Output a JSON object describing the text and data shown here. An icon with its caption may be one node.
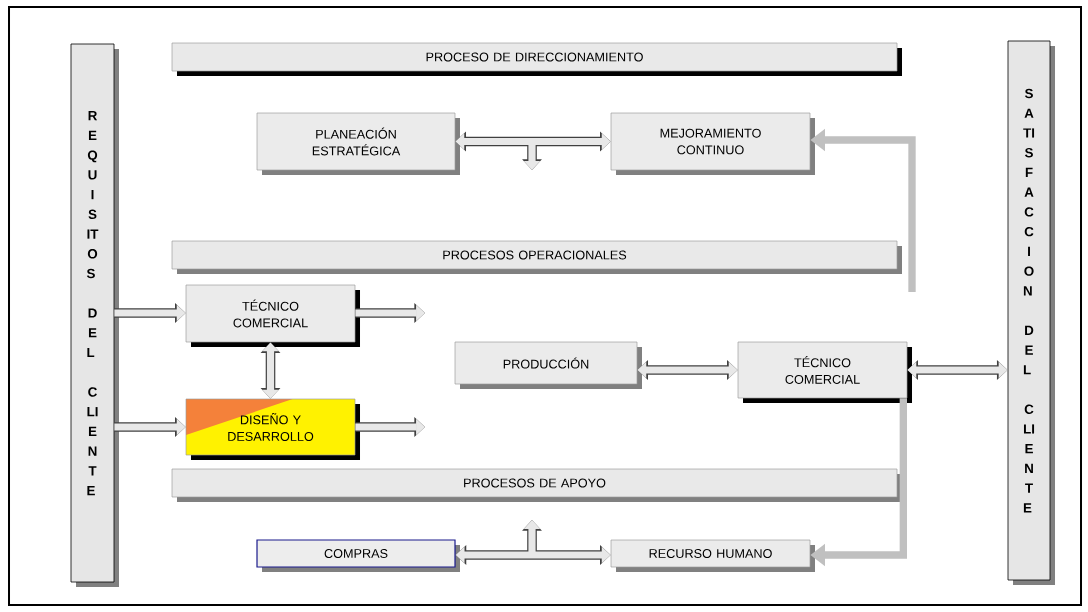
{
  "diagram": {
    "nodes": [
      {
        "text": [
          "REQUISITOS DEL CLIENTE"
        ]
      },
      {
        "text": [
          "PROCESO DE DIRECCIONAMIENTO"
        ]
      },
      {
        "text": [
          "PLANEACIÓN ESTRATÉGICA"
        ]
      },
      {
        "text": [
          "MEJORAMIENTO CONTINUO"
        ]
      },
      {
        "text": [
          "PROCESOS OPERACIONALES"
        ]
      },
      {
        "text": [
          "TÉCNICO COMERCIAL"
        ]
      },
      {
        "text": [
          "PRODUCCIÓN"
        ]
      },
      {
        "text": [
          "TÉCNICO COMERCIAL"
        ]
      },
      {
        "text": [
          "DISEÑO Y DESARROLLO"
        ]
      },
      {
        "text": [
          "PROCESOS DE APOYO"
        ]
      },
      {
        "text": [
          "COMPRAS"
        ]
      },
      {
        "text": [
          "RECURSO HUMANO"
        ]
      },
      {
        "text": [
          "SATISFACCION DEL CLIENTE"
        ]
      }
    ],
    "edges": [
      {
        "from": 2,
        "to": 3,
        "arrow": "both"
      },
      {
        "from": 0,
        "to": 5,
        "arrow": "to"
      },
      {
        "from": 0,
        "to": 8,
        "arrow": "to"
      },
      {
        "from": 5,
        "to": 8,
        "arrow": "both"
      },
      {
        "from": 5,
        "to": null,
        "arrow": "to"
      },
      {
        "from": 8,
        "to": null,
        "arrow": "to"
      },
      {
        "from": 6,
        "to": 7,
        "arrow": "both"
      },
      {
        "from": 7,
        "to": 12,
        "arrow": "both"
      },
      {
        "from": null,
        "to": 3,
        "arrow": "to",
        "color": "#c0c0c0"
      },
      {
        "from": 7,
        "to": 11,
        "arrow": "to",
        "color": "#c0c0c0"
      },
      {
        "from": 10,
        "to": 11,
        "arrow": "both"
      }
    ]
  }
}
